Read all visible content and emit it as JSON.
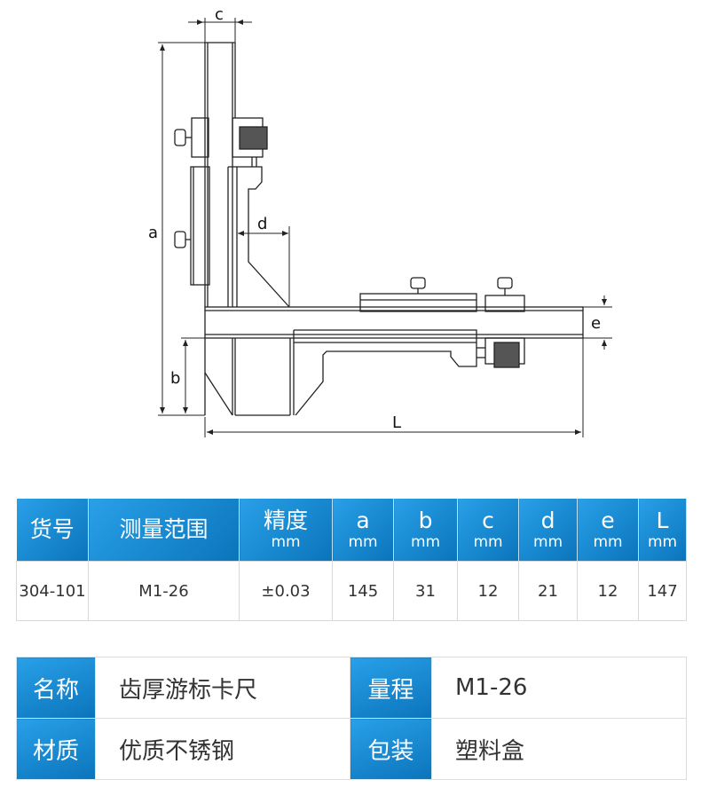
{
  "diagram": {
    "labels": {
      "a": "a",
      "b": "b",
      "c": "c",
      "d": "d",
      "e": "e",
      "L": "L"
    }
  },
  "spec_table": {
    "headers": [
      {
        "main": "货号",
        "unit": ""
      },
      {
        "main": "测量范围",
        "unit": ""
      },
      {
        "main": "精度",
        "unit": "mm"
      },
      {
        "main": "a",
        "unit": "mm"
      },
      {
        "main": "b",
        "unit": "mm"
      },
      {
        "main": "c",
        "unit": "mm"
      },
      {
        "main": "d",
        "unit": "mm"
      },
      {
        "main": "e",
        "unit": "mm"
      },
      {
        "main": "L",
        "unit": "mm"
      }
    ],
    "row": [
      "304-101",
      "M1-26",
      "±0.03",
      "145",
      "31",
      "12",
      "21",
      "12",
      "147"
    ]
  },
  "info_table": {
    "rows": [
      {
        "k1": "名称",
        "v1": "齿厚游标卡尺",
        "k2": "量程",
        "v2": "M1-26"
      },
      {
        "k1": "材质",
        "v1": "优质不锈钢",
        "k2": "包装",
        "v2": "塑料盒"
      }
    ]
  },
  "colors": {
    "header_blue": "#1c8fd6",
    "header_dark": "#0b74bb"
  }
}
